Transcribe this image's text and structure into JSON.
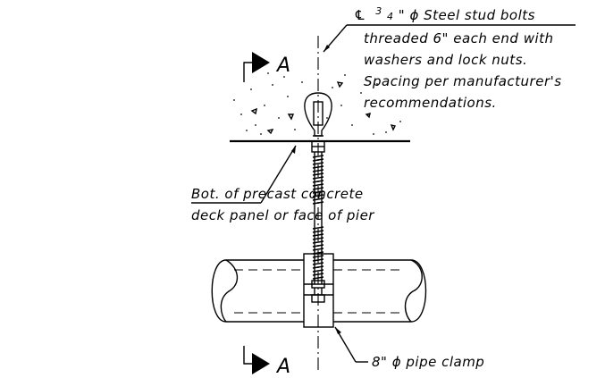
{
  "callouts": {
    "stud_bolt": {
      "symbol": "℄",
      "fraction_num": "3",
      "fraction_den": "4",
      "line1_rest": "\" ϕ Steel stud bolts",
      "line2": "threaded 6\" each end with",
      "line3": "washers and lock nuts.",
      "line4": "Spacing per manufacturer's",
      "line5": "recommendations."
    },
    "deck_panel": {
      "line1": "Bot. of precast concrete",
      "line2": "deck panel or face of pier"
    },
    "pipe_clamp": {
      "label": "8\" ϕ pipe clamp"
    }
  },
  "section_markers": {
    "top": {
      "letter": "A"
    },
    "bottom": {
      "letter": "A"
    }
  },
  "colors": {
    "line": "#000000",
    "background": "#ffffff"
  }
}
